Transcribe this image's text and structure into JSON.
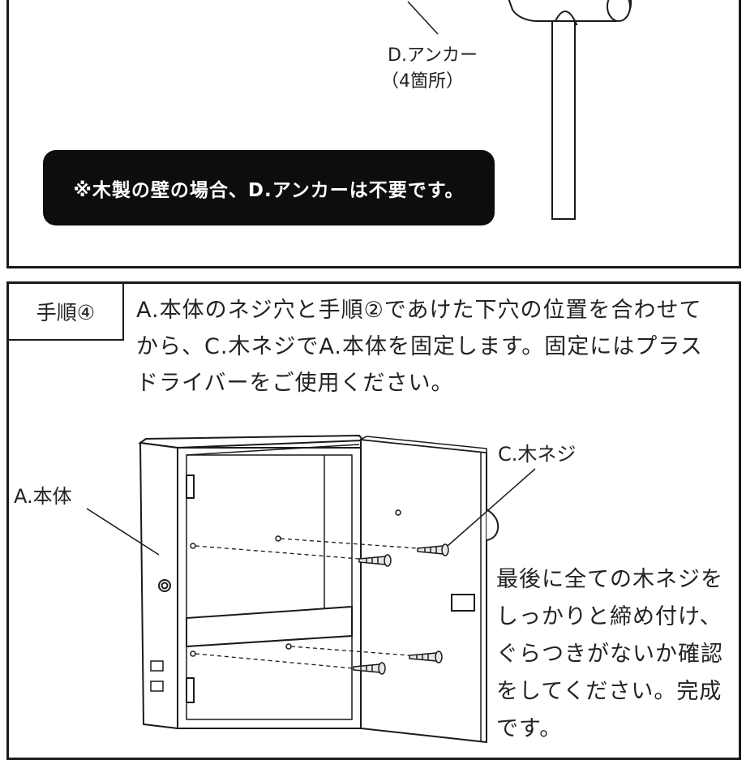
{
  "top_panel": {
    "anchor_label": "D.アンカー",
    "anchor_count": "（4箇所）",
    "note": "※木製の壁の場合、D.アンカーは不要です。"
  },
  "step4": {
    "tag": "手順④",
    "instruction": "A.本体のネジ穴と手順②であけた下穴の位置を合わせてから、C.木ネジでA.本体を固定します。固定にはプラスドライバーをご使用ください。",
    "body_label": "A.本体",
    "screw_label": "C.木ネジ",
    "final_text": "最後に全ての木ネジをしっかりと締め付け、ぐらつきがないか確認をしてください。完成です。"
  }
}
